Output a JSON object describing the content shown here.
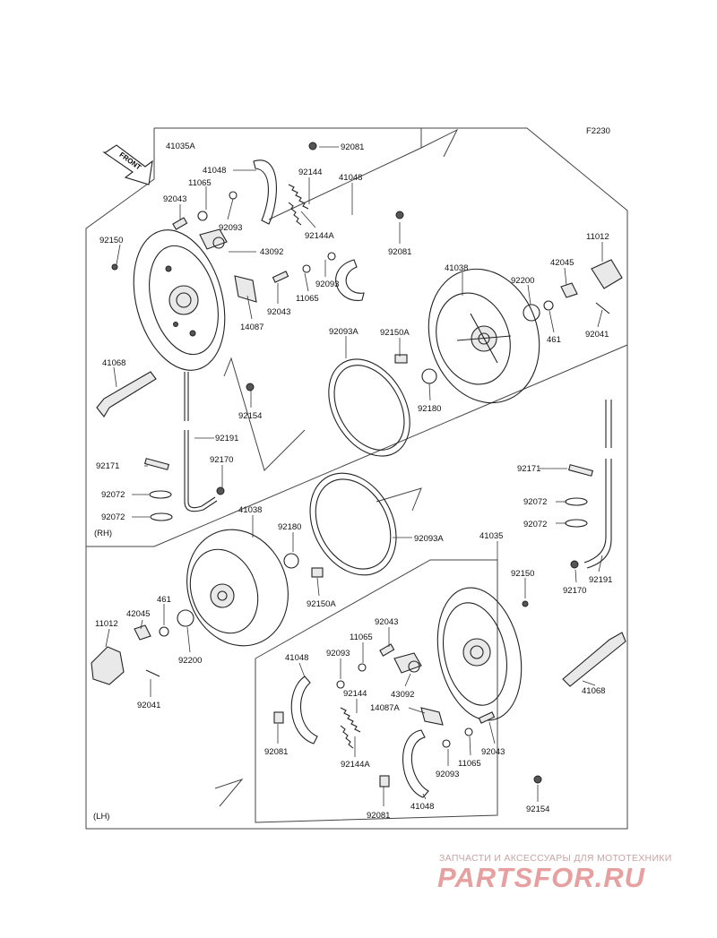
{
  "figure_code": "F2230",
  "front_arrow": "FRONT",
  "sections": {
    "rh": "(RH)",
    "lh": "(LH)"
  },
  "labels_rh": [
    "41035A",
    "92081",
    "41048",
    "92144",
    "41048",
    "11065",
    "92043",
    "92093",
    "92144A",
    "92081",
    "92150",
    "43092",
    "92093",
    "11065",
    "92043",
    "14087",
    "41068",
    "92154",
    "92191",
    "92170",
    "92171",
    "92072",
    "92072",
    "92093A",
    "92150A",
    "41038",
    "92200",
    "42045",
    "11012",
    "461",
    "92041",
    "92180"
  ],
  "labels_lh": [
    "41038",
    "92180",
    "92093A",
    "92150A",
    "11012",
    "42045",
    "461",
    "92200",
    "92041",
    "41035",
    "92171",
    "92072",
    "92072",
    "92150",
    "92170",
    "92191",
    "92043",
    "11065",
    "41048",
    "92093",
    "43092",
    "92144",
    "14087A",
    "92081",
    "92144A",
    "92093",
    "11065",
    "92043",
    "41068",
    "92081",
    "41048",
    "92154"
  ],
  "watermark": {
    "subtitle": "ЗАПЧАСТИ И АКСЕССУАРЫ ДЛЯ МОТОТЕХНИКИ",
    "logo": "PARTSFOR.RU"
  }
}
